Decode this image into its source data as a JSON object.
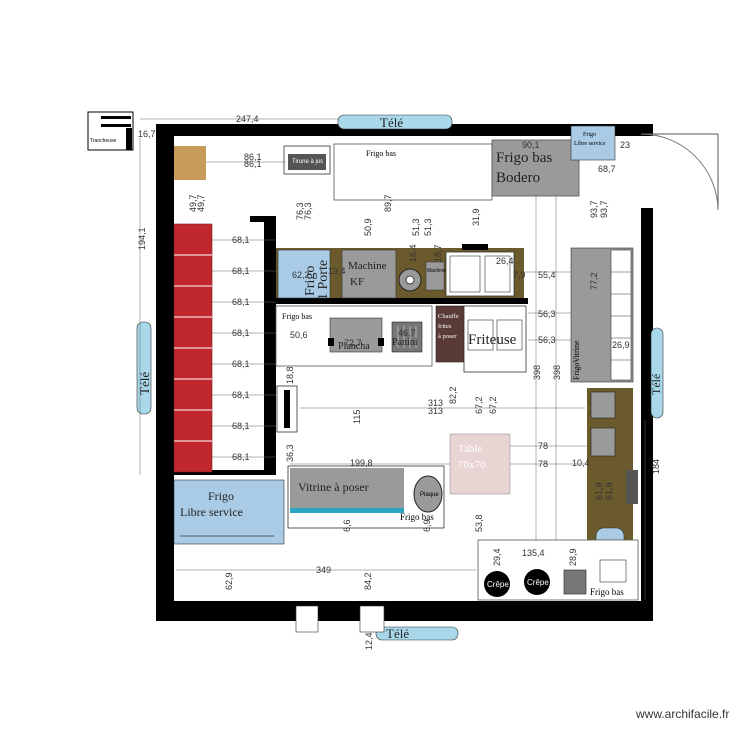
{
  "colors": {
    "wall": "#000000",
    "tele": "#a8d8ea",
    "benches": "#c0282d",
    "counter_olive": "#6b5a2b",
    "wood": "#c89a5a",
    "grey": "#9a9a9a",
    "blue_panel": "#a9cbe6",
    "table_pink": "#e8d4d2",
    "crepe": "#000000"
  },
  "labels": {
    "tele_top": "Télé",
    "tele_bottom": "Télé",
    "tele_left": "Télé",
    "tele_right": "Télé",
    "trancheuse": "Trancheuse",
    "frigo_bas_top": "Frigo bas",
    "frigo_bas_bodero_1": "Frigo bas",
    "frigo_bas_bodero_2": "Bodero",
    "frigo_libre_small_1": "Frigo",
    "frigo_libre_small_2": "Libre service",
    "tirune": "Tirune à jus",
    "machine_kf_1": "Machine",
    "machine_kf_2": "KF",
    "frigo_1_porte_1": "Frigo",
    "frigo_1_porte_2": "1 Porte",
    "machine_small": "Machine àso",
    "frigo_bas_left": "Frigo bas",
    "plancha": "Plancha",
    "panini": "Panini",
    "chauffe_1": "Chauffe",
    "chauffe_2": "frites",
    "chauffe_3": "à poser",
    "friteuse": "Friteuse",
    "frigo_vitrine_right": "FrigoVitrine",
    "table": "Table",
    "table_size": "70x70",
    "vitrine": "Vitrine à poser",
    "frigo_libre_1": "Frigo",
    "frigo_libre_2": "Libre service",
    "frigo_bas_mid": "Frigo bas",
    "plaque": "Plaque",
    "crepe_1": "Crêpe",
    "crepe_2": "Crêpe",
    "frigo_bas_bottom": "Frigo bas",
    "watermark": "www.archifacile.fr"
  },
  "dimensions": {
    "d247_4": "247,4",
    "d16_7": "16,7",
    "d86_1a": "86,1",
    "d86_1b": "86,1",
    "d194_1": "194,1",
    "d49_7a": "49,7",
    "d49_7b": "49,7",
    "d76_3a": "76,3",
    "d76_3b": "76,3",
    "d50_9": "50,9",
    "d89_7": "89,7",
    "d51_3a": "51,3",
    "d51_3b": "51,3",
    "d31_9": "31,9",
    "d68_1": "68,1",
    "d62_2": "62,2",
    "d19_4": "19,4",
    "d16_4": "16,4",
    "d18_7": "18,7",
    "d26_4": "26,4",
    "d7_9": "7,9",
    "d55_4": "55,4",
    "d68_7": "68,7",
    "d93_7a": "93,7",
    "d93_7b": "93,7",
    "d77_2": "77,2",
    "d50_6": "50,6",
    "d72_7": "72,7",
    "d46_7": "46,7",
    "d56_3a": "56,3",
    "d56_3b": "56,3",
    "d26_9": "26,9",
    "d18_8": "18,8",
    "d115": "115",
    "d313a": "313",
    "d313b": "313",
    "d82_2": "82,2",
    "d67_2a": "67,2",
    "d67_2b": "67,2",
    "d398a": "398",
    "d398b": "398",
    "d36_3": "36,3",
    "d199_8": "199,8",
    "d78a": "78",
    "d78b": "78",
    "d10_4": "10,4",
    "d184": "184",
    "d6_6": "6,6",
    "d6_9": "6,9",
    "d53_8": "53,8",
    "d61_9a": "61,9",
    "d61_9b": "61,9",
    "d62_9": "62,9",
    "d349": "349",
    "d84_2": "84,2",
    "d29_4": "29,4",
    "d135_4": "135,4",
    "d28_9": "28,9",
    "d12_4": "12,4",
    "d90_1": "90,1",
    "d23": "23"
  }
}
